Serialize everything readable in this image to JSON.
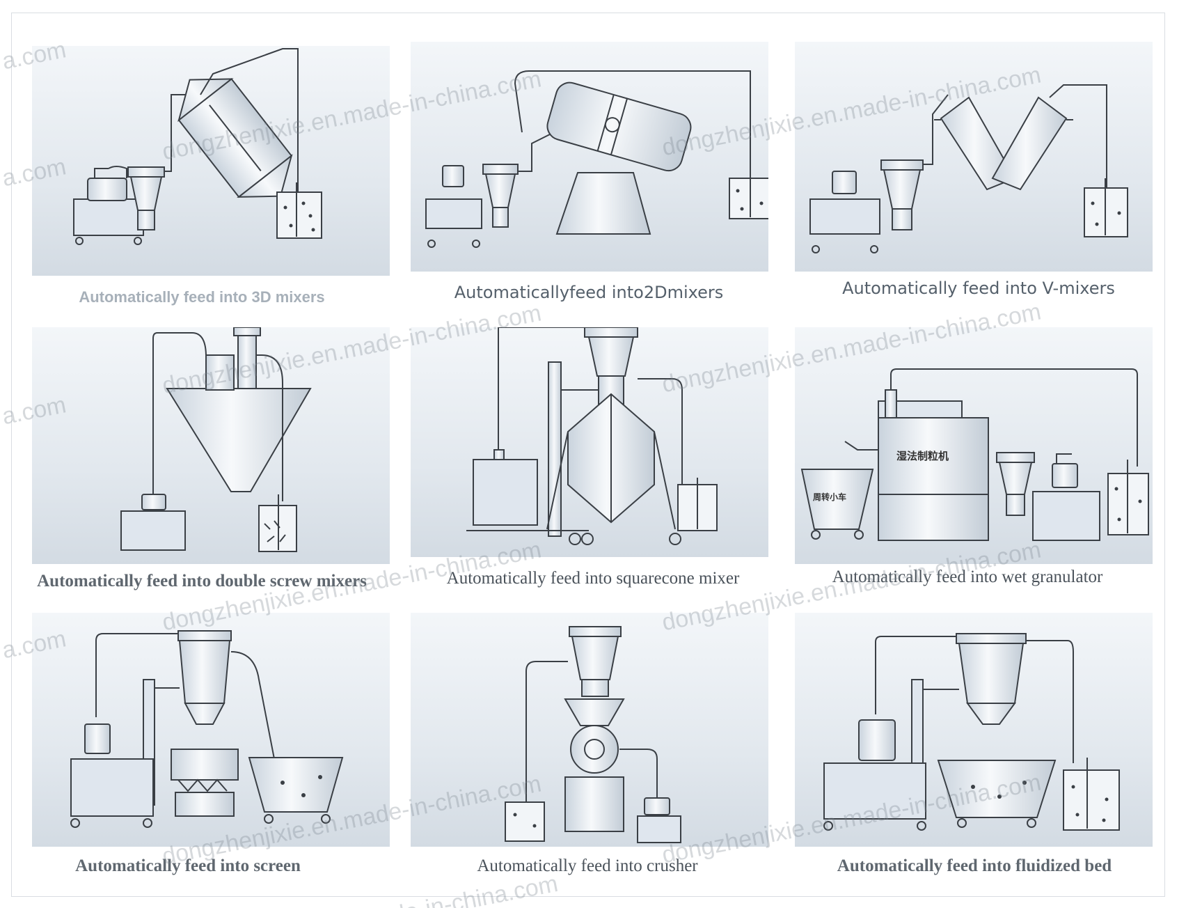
{
  "panels": [
    {
      "id": "3d-mixer",
      "caption": "Automatically feed into 3D mixers",
      "caption_style": "sans-light"
    },
    {
      "id": "2d-mixer",
      "caption": "Automaticallyfeed into2Dmixers",
      "caption_style": "sans"
    },
    {
      "id": "v-mixer",
      "caption": "Automatically feed into V-mixers",
      "caption_style": "sans"
    },
    {
      "id": "double-screw-mixer",
      "caption": "Automatically feed into double screw mixers",
      "caption_style": "serif-bold"
    },
    {
      "id": "squarecone-mixer",
      "caption": "Automatically feed into squarecone mixer",
      "caption_style": "serif"
    },
    {
      "id": "wet-granulator",
      "caption": "Automatically feed into wet granulator",
      "caption_style": "serif",
      "machine_label": "湿法制粒机",
      "cart_label": "周转小车"
    },
    {
      "id": "screen",
      "caption": "Automatically feed into screen",
      "caption_style": "serif-bold"
    },
    {
      "id": "crusher",
      "caption": "Automatically feed into crusher",
      "caption_style": "serif"
    },
    {
      "id": "fluidized-bed",
      "caption": "Automatically feed into fluidized bed",
      "caption_style": "serif-bold"
    }
  ],
  "watermark": {
    "site": "dongzhenjixie.en.made-in-china.com",
    "fragment_left": "a.com",
    "fragment_bottom": "de-in-china.com"
  },
  "colors": {
    "panel_top": "#f3f6f9",
    "panel_bottom": "#d3dbe3",
    "line": "#3a3f45",
    "watermark": "#78828c"
  }
}
